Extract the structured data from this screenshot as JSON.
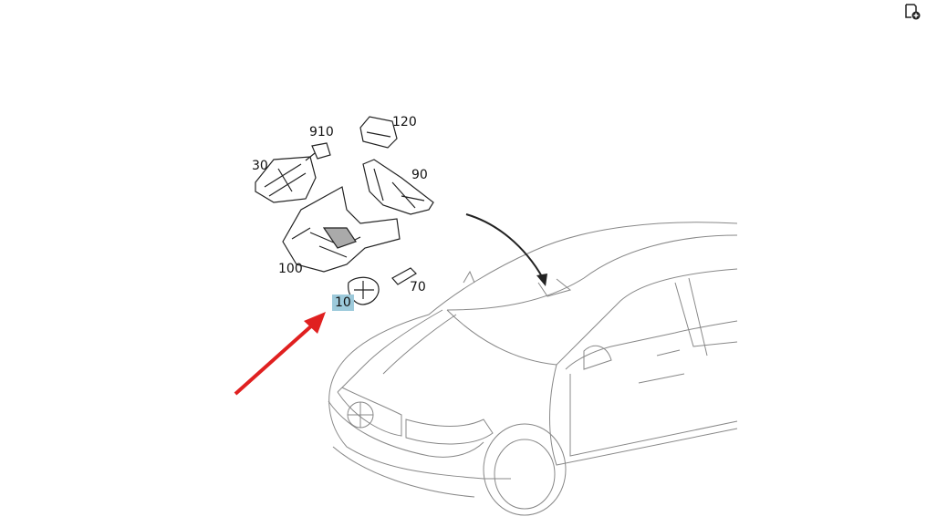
{
  "callouts": {
    "c910": "910",
    "c120": "120",
    "c30": "30",
    "c90": "90",
    "c100": "100",
    "c70": "70",
    "c10": "10"
  },
  "colors": {
    "highlight": "#9dcadb",
    "pointer_arrow": "#e02020",
    "line": "#222222",
    "car_line": "#777777"
  },
  "icons": {
    "corner": "add-to-page-icon"
  }
}
